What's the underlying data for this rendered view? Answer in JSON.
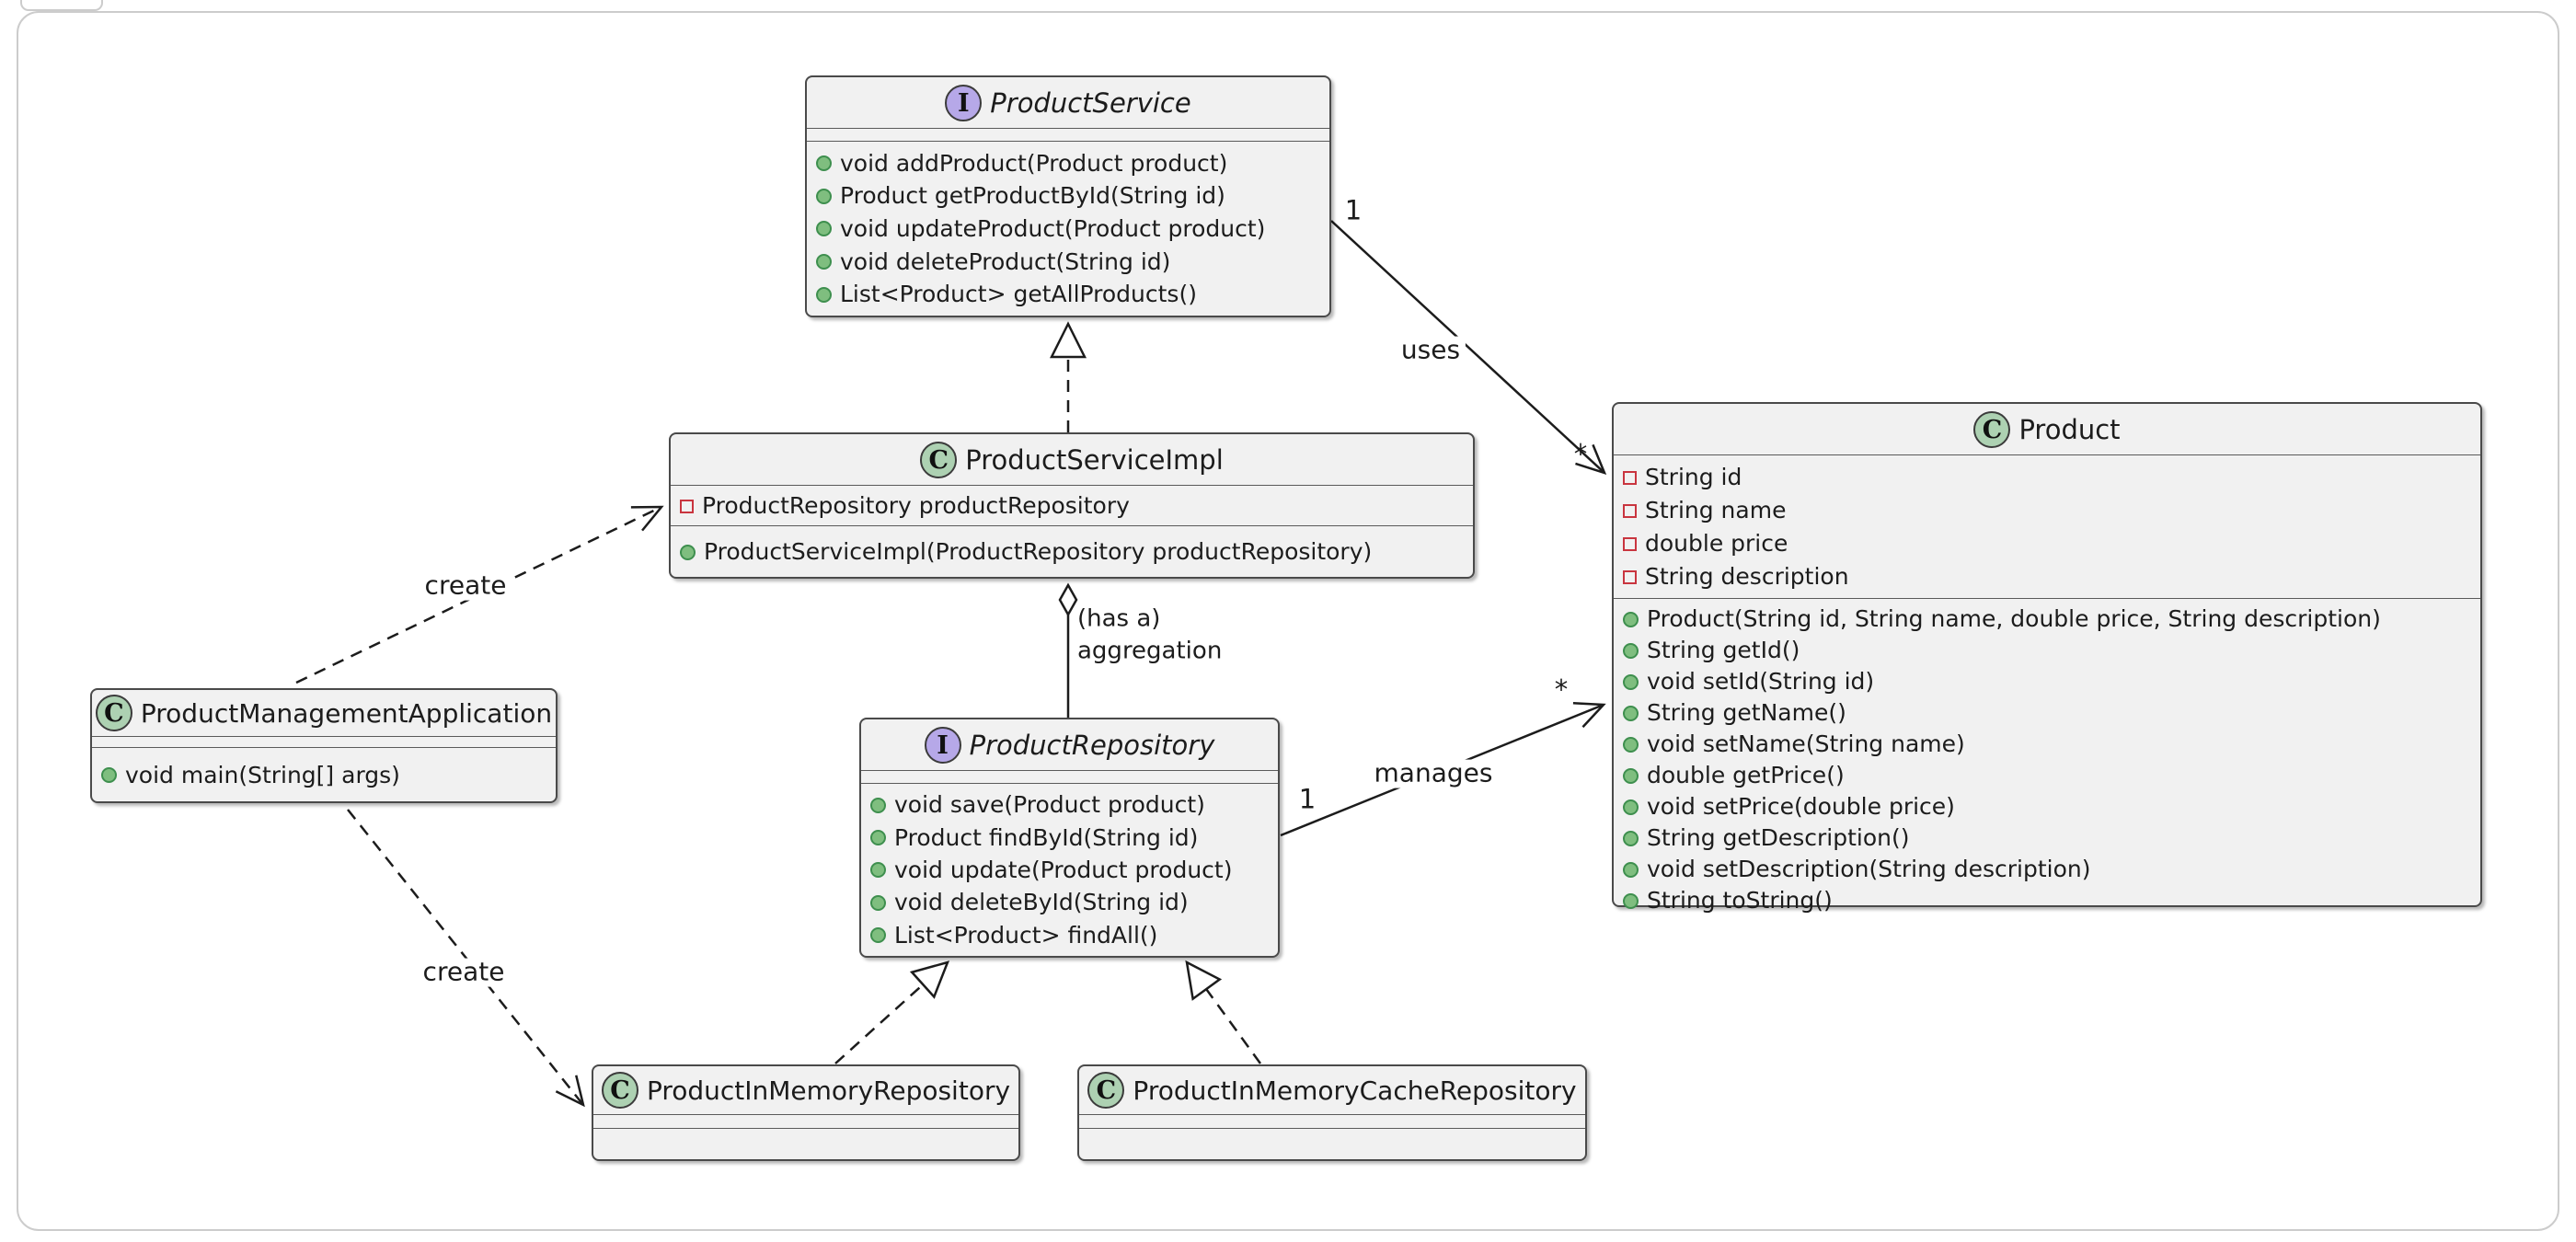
{
  "diagram_type": "uml-class-diagram",
  "colors": {
    "box_fill": "#F1F1F1",
    "box_border": "#4A4A4A",
    "interface_badge": "#B6A8E8",
    "class_badge": "#ADD1B2",
    "public_member_icon": "#7FBE7F",
    "private_member_icon": "#C9353F",
    "edge_line": "#1C1C1C",
    "frame_border": "#CCCCCC"
  },
  "classes": {
    "productService": {
      "icon": "I",
      "stereotype": "interface",
      "name": "ProductService",
      "methods": [
        "void addProduct(Product product)",
        "Product getProductById(String id)",
        "void updateProduct(Product product)",
        "void deleteProduct(String id)",
        "List<Product> getAllProducts()"
      ]
    },
    "productServiceImpl": {
      "icon": "C",
      "stereotype": "class",
      "name": "ProductServiceImpl",
      "attributes": [
        "ProductRepository productRepository"
      ],
      "methods": [
        "ProductServiceImpl(ProductRepository productRepository)"
      ]
    },
    "product": {
      "icon": "C",
      "stereotype": "class",
      "name": "Product",
      "attributes": [
        "String id",
        "String name",
        "double price",
        "String description"
      ],
      "methods": [
        "Product(String id, String name, double price, String description)",
        "String getId()",
        "void setId(String id)",
        "String getName()",
        "void setName(String name)",
        "double getPrice()",
        "void setPrice(double price)",
        "String getDescription()",
        "void setDescription(String description)",
        "String toString()"
      ]
    },
    "productRepository": {
      "icon": "I",
      "stereotype": "interface",
      "name": "ProductRepository",
      "methods": [
        "void save(Product product)",
        "Product findById(String id)",
        "void update(Product product)",
        "void deleteById(String id)",
        "List<Product> findAll()"
      ]
    },
    "productManagementApplication": {
      "icon": "C",
      "stereotype": "class",
      "name": "ProductManagementApplication",
      "methods": [
        "void main(String[] args)"
      ]
    },
    "productInMemoryRepository": {
      "icon": "C",
      "stereotype": "class",
      "name": "ProductInMemoryRepository"
    },
    "productInMemoryCacheRepository": {
      "icon": "C",
      "stereotype": "class",
      "name": "ProductInMemoryCacheRepository"
    }
  },
  "relations": {
    "uses": {
      "label": "uses",
      "source_multiplicity": "1",
      "target_multiplicity": "*"
    },
    "manages": {
      "label": "manages",
      "source_multiplicity": "1",
      "target_multiplicity": "*"
    },
    "aggregation": {
      "note": "(has a)",
      "label": "aggregation"
    },
    "createService": {
      "label": "create"
    },
    "createRepository": {
      "label": "create"
    }
  }
}
